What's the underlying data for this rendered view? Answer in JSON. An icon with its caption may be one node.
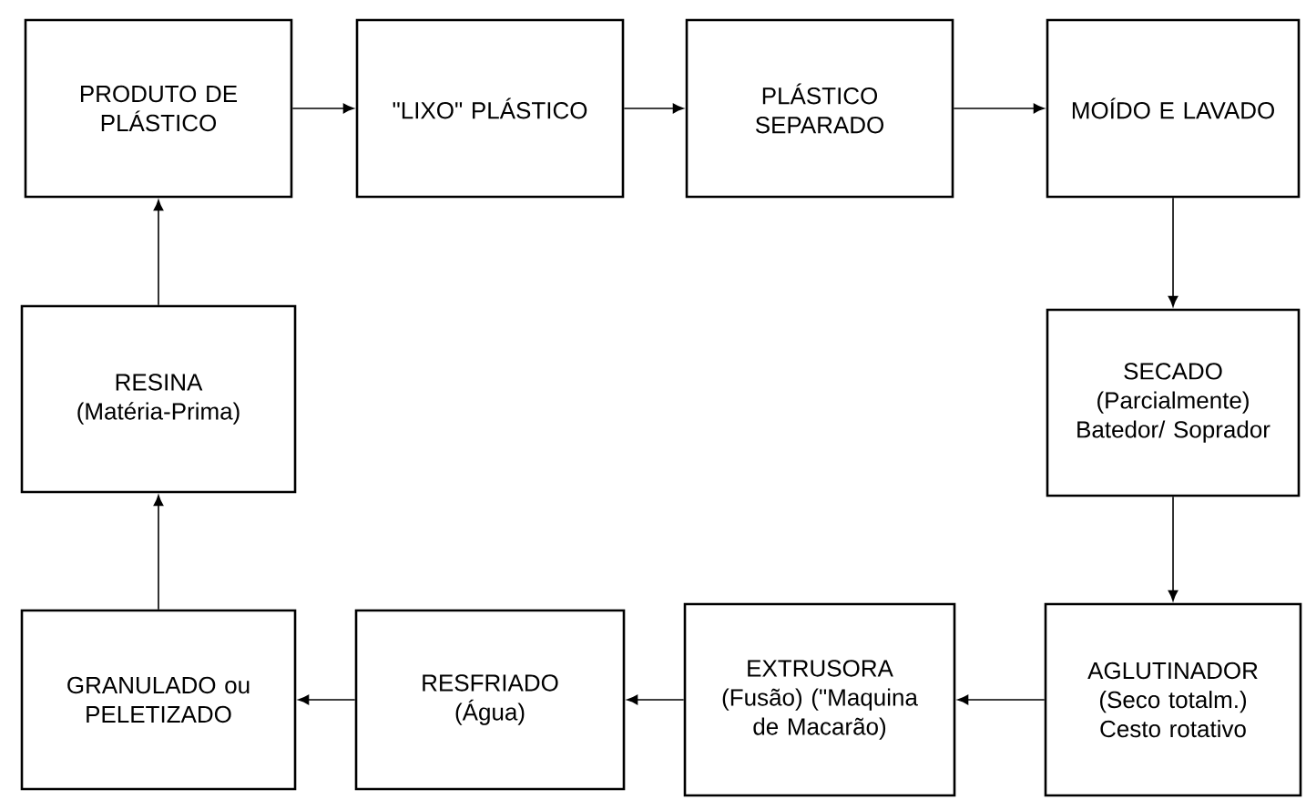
{
  "diagram": {
    "nodes": [
      {
        "text": [
          "PRODUTO DE PLÁSTICO"
        ]
      },
      {
        "text": [
          "\"LIXO\" PLÁSTICO"
        ]
      },
      {
        "text": [
          "PLÁSTICO SEPARADO"
        ]
      },
      {
        "text": [
          "MOÍDO E LAVADO"
        ]
      },
      {
        "text": [
          "SECADO",
          "(Parcialmente) Batedor/ Soprador"
        ]
      },
      {
        "text": [
          "AGLUTINADOR",
          "(Seco totalm.) Cesto rotativo"
        ]
      },
      {
        "text": [
          "EXTRUSORA",
          "(Fusão) (\"Maquina de Macarão)"
        ]
      },
      {
        "text": [
          "RESFRIADO",
          "(Água)"
        ]
      },
      {
        "text": [
          "GRANULADO ou PELETIZADO"
        ]
      },
      {
        "text": [
          "RESINA",
          "(Matéria-Prima)"
        ]
      }
    ],
    "edges": [
      {
        "from": 0,
        "to": 1,
        "arrow": "to"
      },
      {
        "from": 1,
        "to": 2,
        "arrow": "to"
      },
      {
        "from": 2,
        "to": 3,
        "arrow": "to"
      },
      {
        "from": 3,
        "to": 4,
        "arrow": "to"
      },
      {
        "from": 4,
        "to": 5,
        "arrow": "to"
      },
      {
        "from": 5,
        "to": 6,
        "arrow": "to"
      },
      {
        "from": 6,
        "to": 7,
        "arrow": "to"
      },
      {
        "from": 7,
        "to": 8,
        "arrow": "to"
      },
      {
        "from": 8,
        "to": 9,
        "arrow": "to"
      },
      {
        "from": 9,
        "to": 0,
        "arrow": "to"
      }
    ]
  }
}
